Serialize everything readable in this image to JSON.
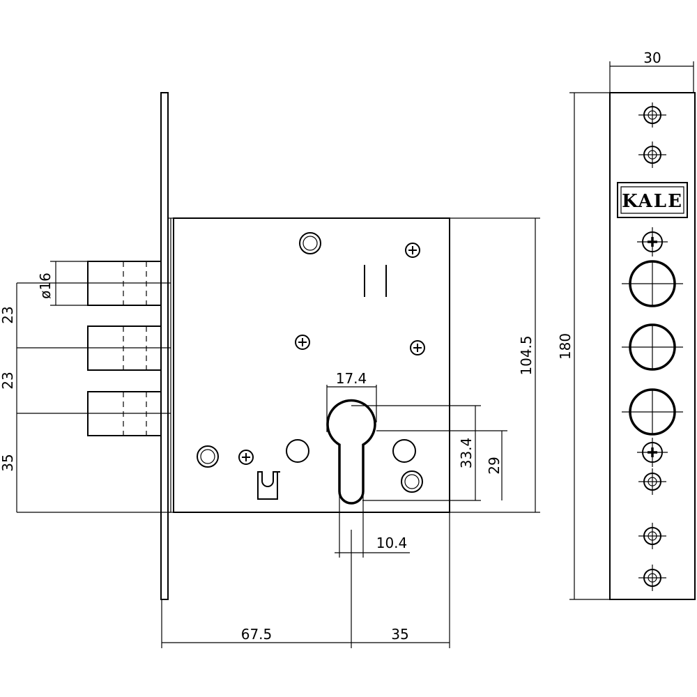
{
  "dimensions": {
    "plate_width": "30",
    "plate_height": "180",
    "case_height": "104.5",
    "bolt_diameter": "ø16",
    "bolt_spacing_1": "23",
    "bolt_spacing_2": "23",
    "bolt_to_bottom": "35",
    "cylinder_width": "17.4",
    "cylinder_height": "33.4",
    "cylinder_center_to_bottom": "29",
    "cylinder_slot_width": "10.4",
    "backset": "67.5",
    "cylinder_to_edge": "35"
  },
  "logo": {
    "text": "KALE"
  }
}
